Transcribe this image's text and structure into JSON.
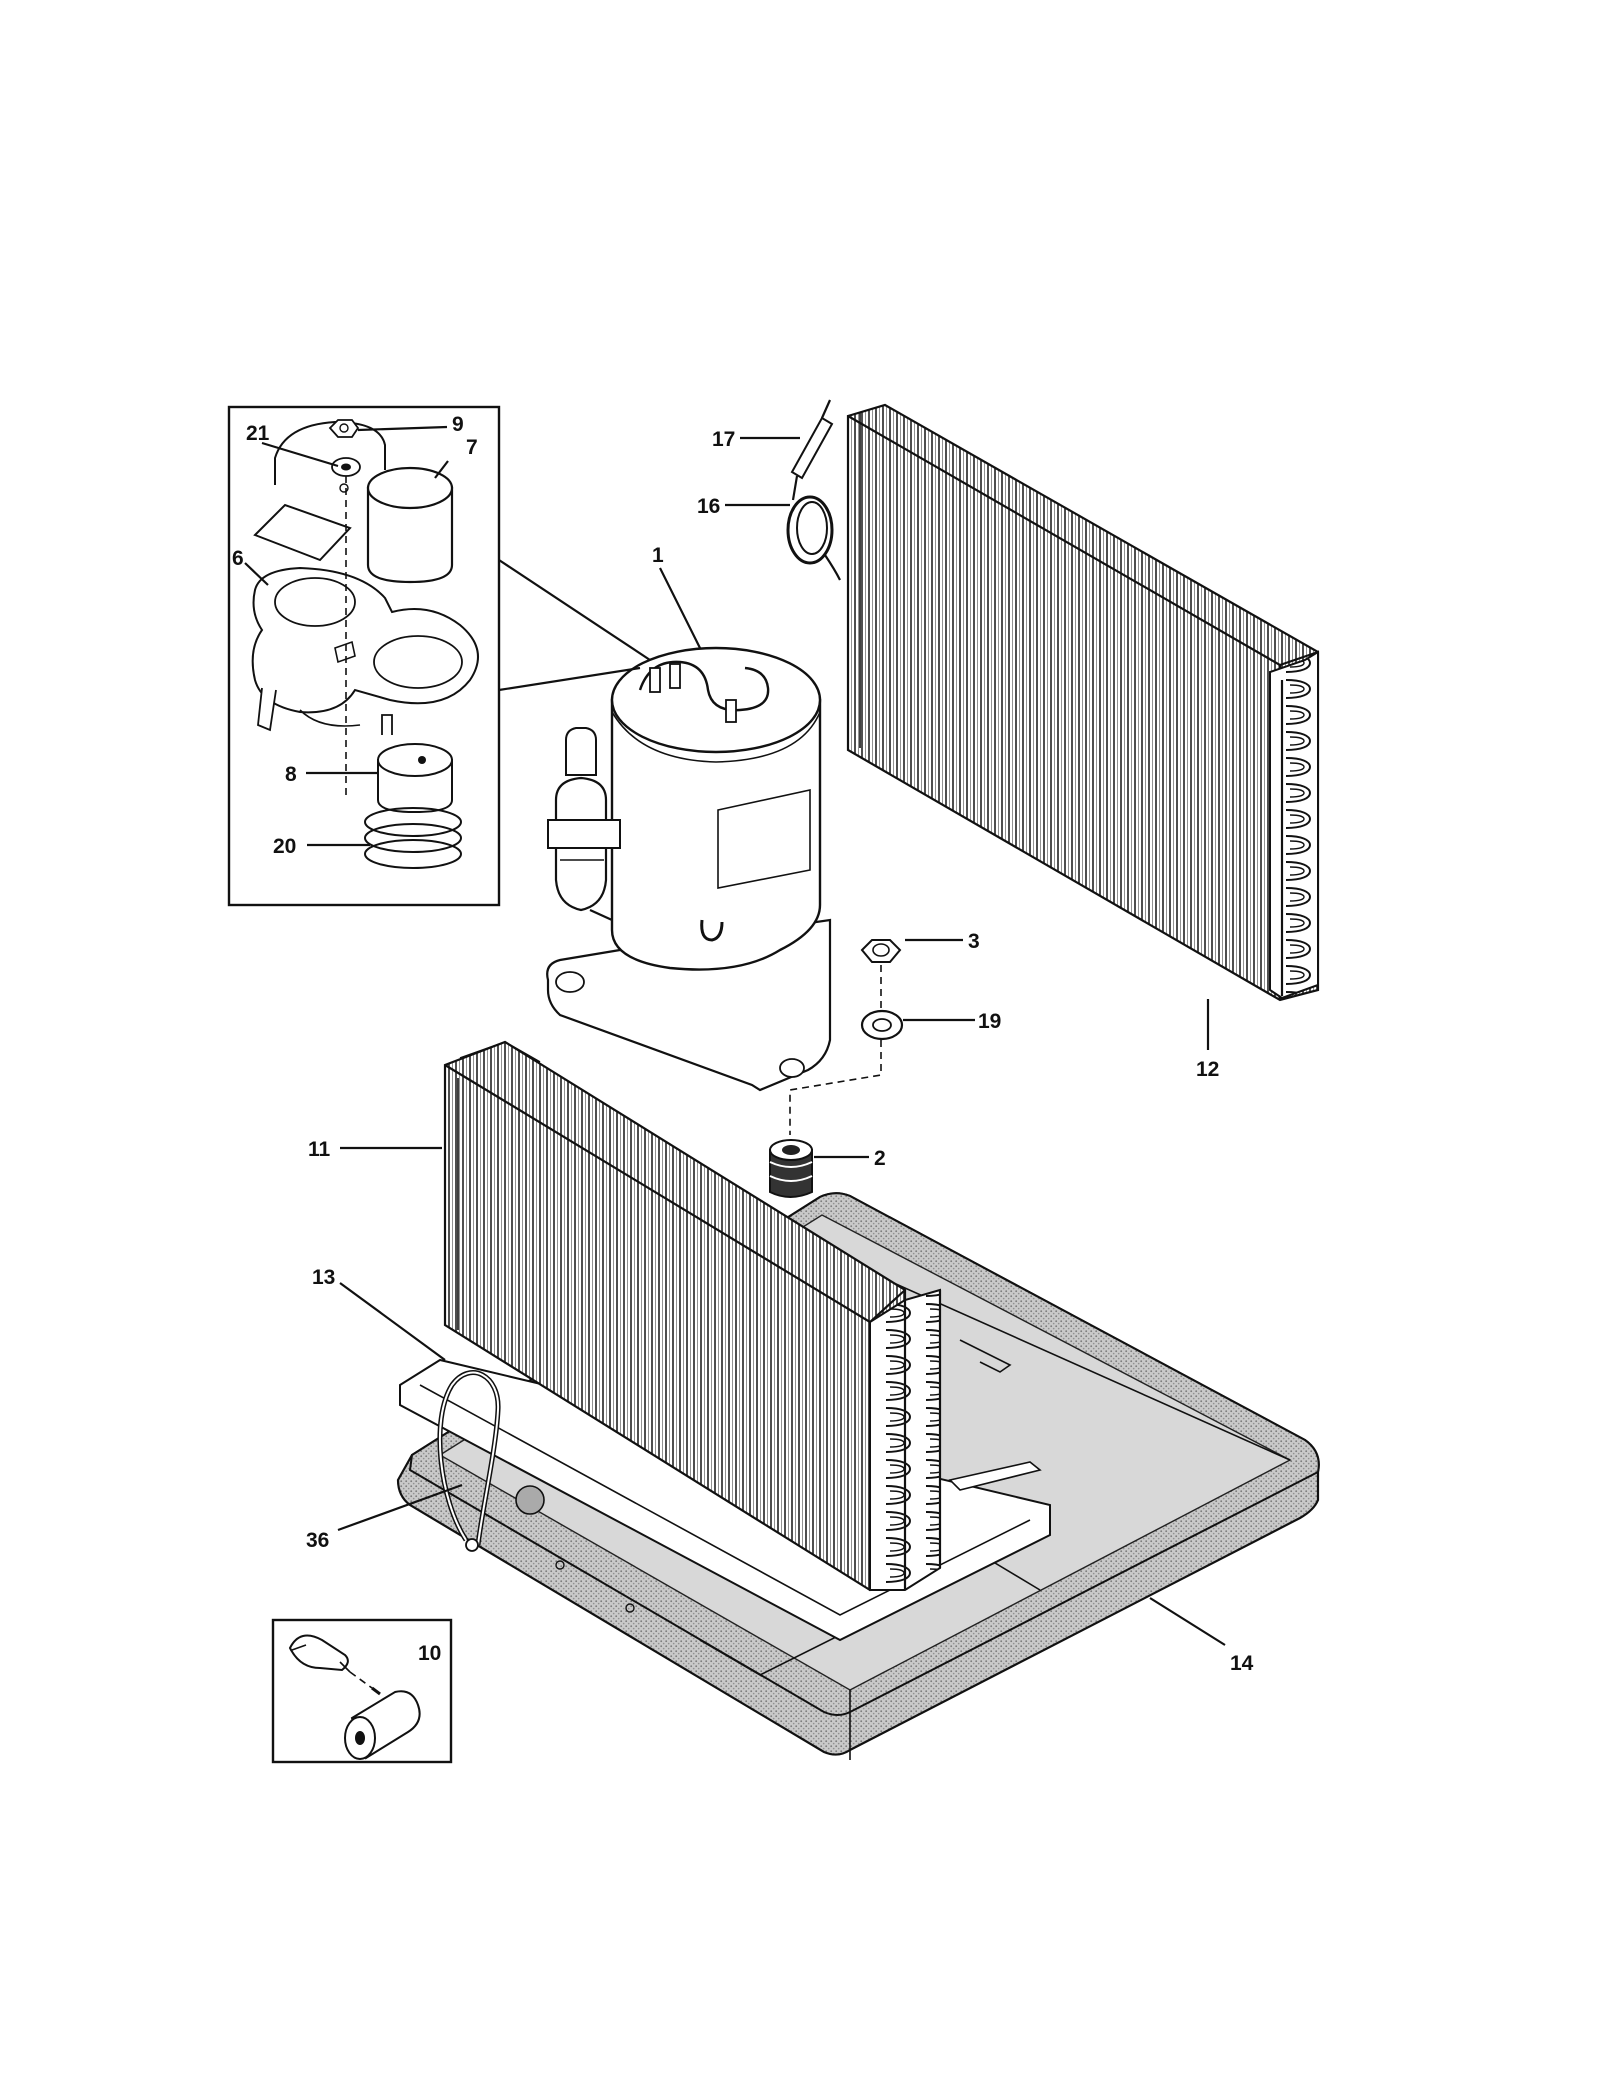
{
  "callouts": {
    "c1": "1",
    "c2": "2",
    "c3": "3",
    "c6": "6",
    "c7": "7",
    "c8": "8",
    "c9": "9",
    "c10": "10",
    "c11": "11",
    "c12": "12",
    "c13": "13",
    "c14": "14",
    "c16": "16",
    "c17": "17",
    "c19": "19",
    "c20": "20",
    "c21": "21",
    "c36": "36"
  }
}
